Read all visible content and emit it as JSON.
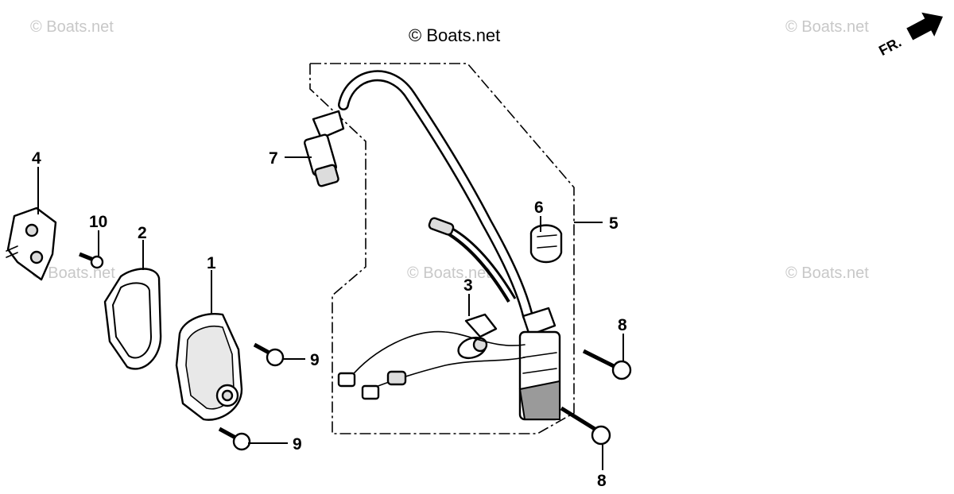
{
  "copyright": "© Boats.net",
  "watermarks": [
    "© Boats.net",
    "© Boats.net",
    "© Boats.net",
    "© Boats.net",
    "© Boats.net"
  ],
  "direction_label": "FR.",
  "callouts": [
    "1",
    "2",
    "3",
    "4",
    "5",
    "6",
    "7",
    "8",
    "8",
    "9",
    "9",
    "10"
  ],
  "icons": {
    "direction": "arrow-right-icon"
  }
}
